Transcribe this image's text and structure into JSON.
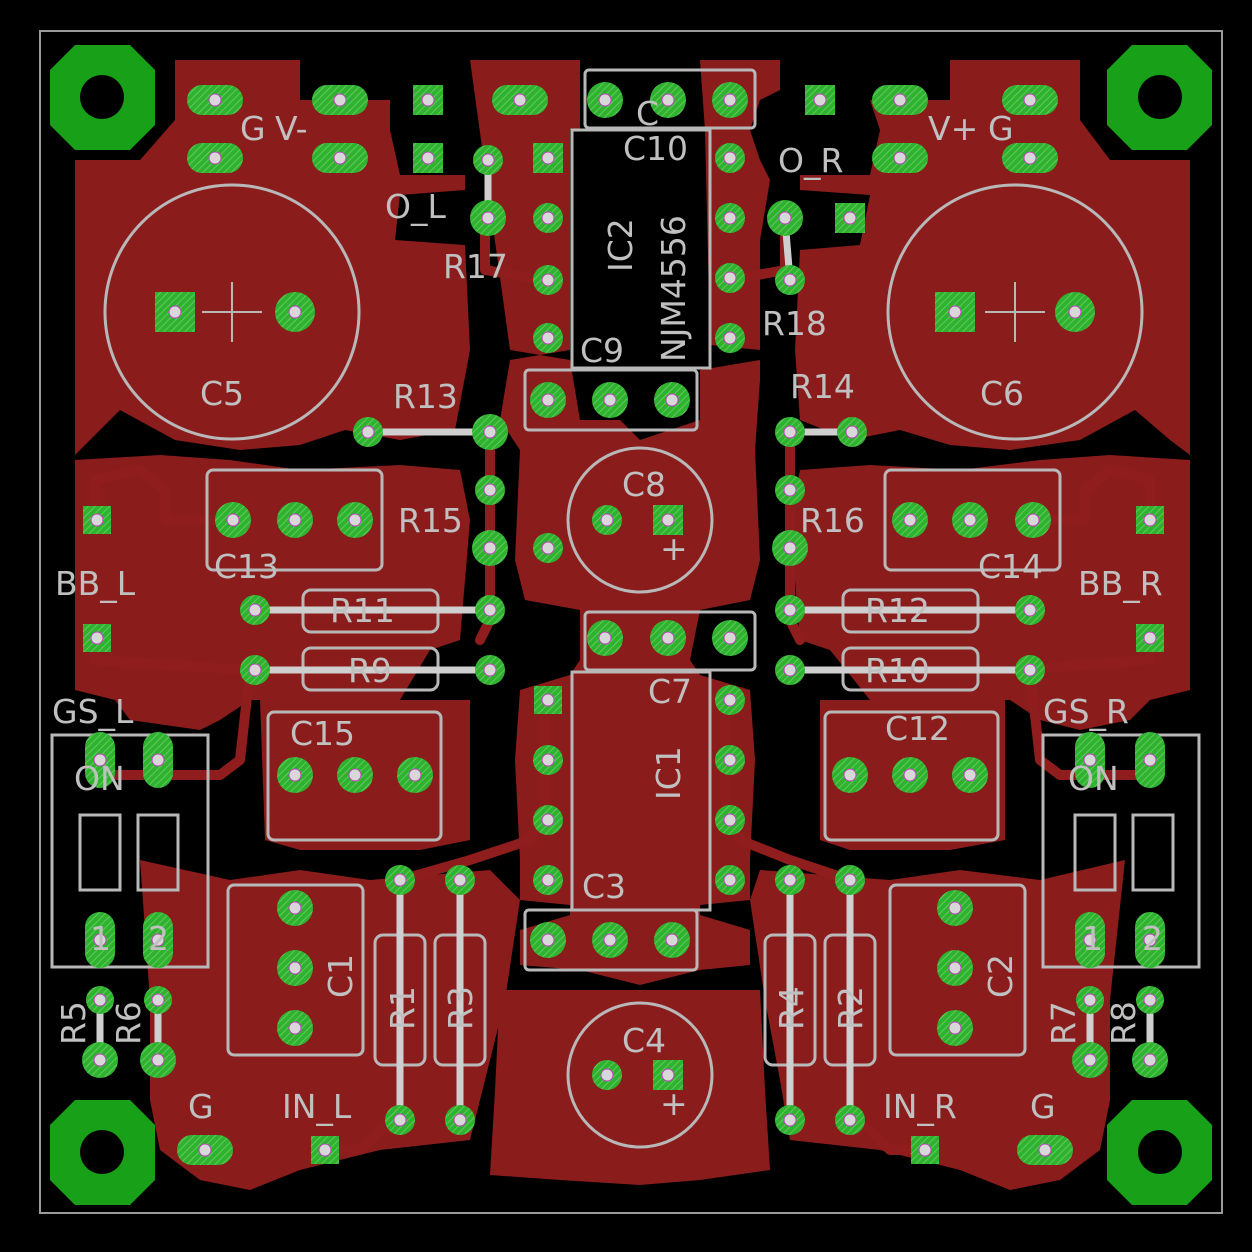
{
  "colors": {
    "background": "#000000",
    "copper": "#8b1c1c",
    "pad": "#2fb32f",
    "silkscreen": "#c0c0c0",
    "mount_hole": "#18a018"
  },
  "labels": {
    "g_left_top": "G",
    "v_minus": "V-",
    "o_l": "O_L",
    "r17": "R17",
    "c10": "C10",
    "c11": "C",
    "ic2": "IC2",
    "njm4556": "NJM4556",
    "o_r": "O_R",
    "v_plus": "V+",
    "g_right_top": "G",
    "r18": "R18",
    "c9": "C9",
    "c5": "C5",
    "c6": "C6",
    "r13": "R13",
    "r14": "R14",
    "c8": "C8",
    "r15": "R15",
    "r16": "R16",
    "c13": "C13",
    "c14": "C14",
    "bb_l": "BB_L",
    "bb_r": "BB_R",
    "r11": "R11",
    "r12": "R12",
    "r9": "R9",
    "r10": "R10",
    "c7": "C7",
    "gs_l": "GS_L",
    "gs_r": "GS_R",
    "on_left": "ON",
    "on_right": "ON",
    "c15": "C15",
    "c12": "C12",
    "ic1": "IC1",
    "c3": "C3",
    "c1": "C1",
    "c2": "C2",
    "r1": "R1",
    "r3": "R3",
    "r4": "R4",
    "r2": "R2",
    "r5": "R5",
    "r6": "R6",
    "r7": "R7",
    "r8": "R8",
    "c4": "C4",
    "plus_c4": "+",
    "plus_c8": "+",
    "g_left_bottom": "G",
    "in_l": "IN_L",
    "in_r": "IN_R",
    "g_right_bottom": "G",
    "sw_left_1": "1",
    "sw_left_2": "2",
    "sw_right_1": "1",
    "sw_right_2": "2"
  }
}
